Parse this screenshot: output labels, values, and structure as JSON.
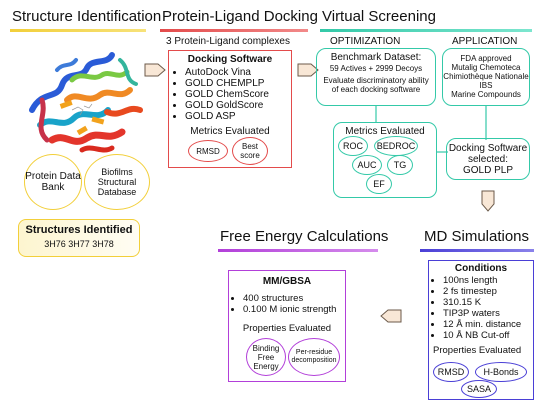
{
  "colors": {
    "structure": "#f2cf3a",
    "docking": "#e34b4b",
    "virtual": "#34c9a8",
    "md": "#4a3fd6",
    "free": "#b23fd9",
    "arrow_fill": "#f8e7d6",
    "arrow_stroke": "#6b5a4a"
  },
  "sections": {
    "structure": {
      "title": "Structure Identification",
      "db1": "Protein Data Bank",
      "db2": "Biofilms Structural Database",
      "identified_title": "Structures Identified",
      "identified_ids": "3H76 3H77 3H78"
    },
    "docking": {
      "title": "Protein-Ligand Docking",
      "subtitle": "3 Protein-Ligand complexes",
      "box_title": "Docking Software",
      "software": [
        "AutoDock Vina",
        "GOLD CHEMPLP",
        "GOLD ChemScore",
        "GOLD GoldScore",
        "GOLD ASP"
      ],
      "metrics_title": "Metrics Evaluated",
      "metrics": [
        "RMSD",
        "Best score"
      ]
    },
    "virtual": {
      "title": "Virtual Screening",
      "optimization_label": "OPTIMIZATION",
      "application_label": "APPLICATION",
      "benchmark_title": "Benchmark Dataset:",
      "benchmark_counts": "59 Actives + 2999 Decoys",
      "benchmark_desc": "Evaluate discriminatory ability of each docking software",
      "application_list": [
        "FDA approved",
        "Mutalig Chemoteca",
        "Chimiothèque Nationale",
        "IBS",
        "Marine Compounds"
      ],
      "metrics_title": "Metrics Evaluated",
      "metrics": [
        "ROC",
        "BEDROC",
        "AUC",
        "TG",
        "EF"
      ],
      "selected_line1": "Docking Software",
      "selected_line2": "selected:",
      "selected_line3": "GOLD PLP"
    },
    "md": {
      "title": "MD Simulations",
      "conditions_title": "Conditions",
      "conditions": [
        "100ns length",
        "2 fs timestep",
        "310.15 K",
        "TIP3P waters",
        "12 Å min. distance",
        "10 Å NB Cut-off"
      ],
      "properties_title": "Properties Evaluated",
      "properties": [
        "RMSD",
        "H-Bonds",
        "SASA"
      ]
    },
    "free": {
      "title": "Free Energy Calculations",
      "box_title": "MM/GBSA",
      "items": [
        "400 structures",
        "0.100 M ionic strength"
      ],
      "properties_title": "Properties Evaluated",
      "properties": [
        "Binding Free Energy",
        "Per-residue decomposition"
      ]
    }
  }
}
